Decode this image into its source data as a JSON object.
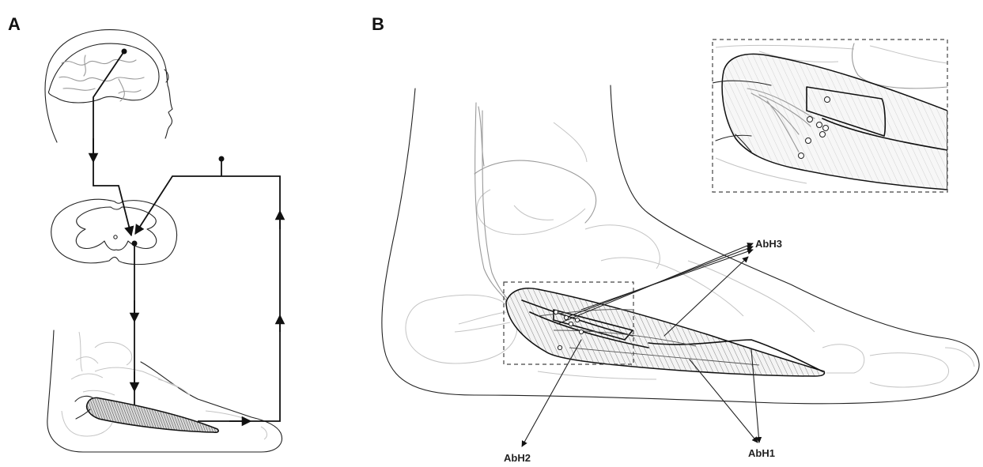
{
  "panels": {
    "a": {
      "letter": "A"
    },
    "b": {
      "letter": "B"
    }
  },
  "callouts": {
    "abh1": "AbH1",
    "abh2": "AbH2",
    "abh3": "AbH3"
  }
}
